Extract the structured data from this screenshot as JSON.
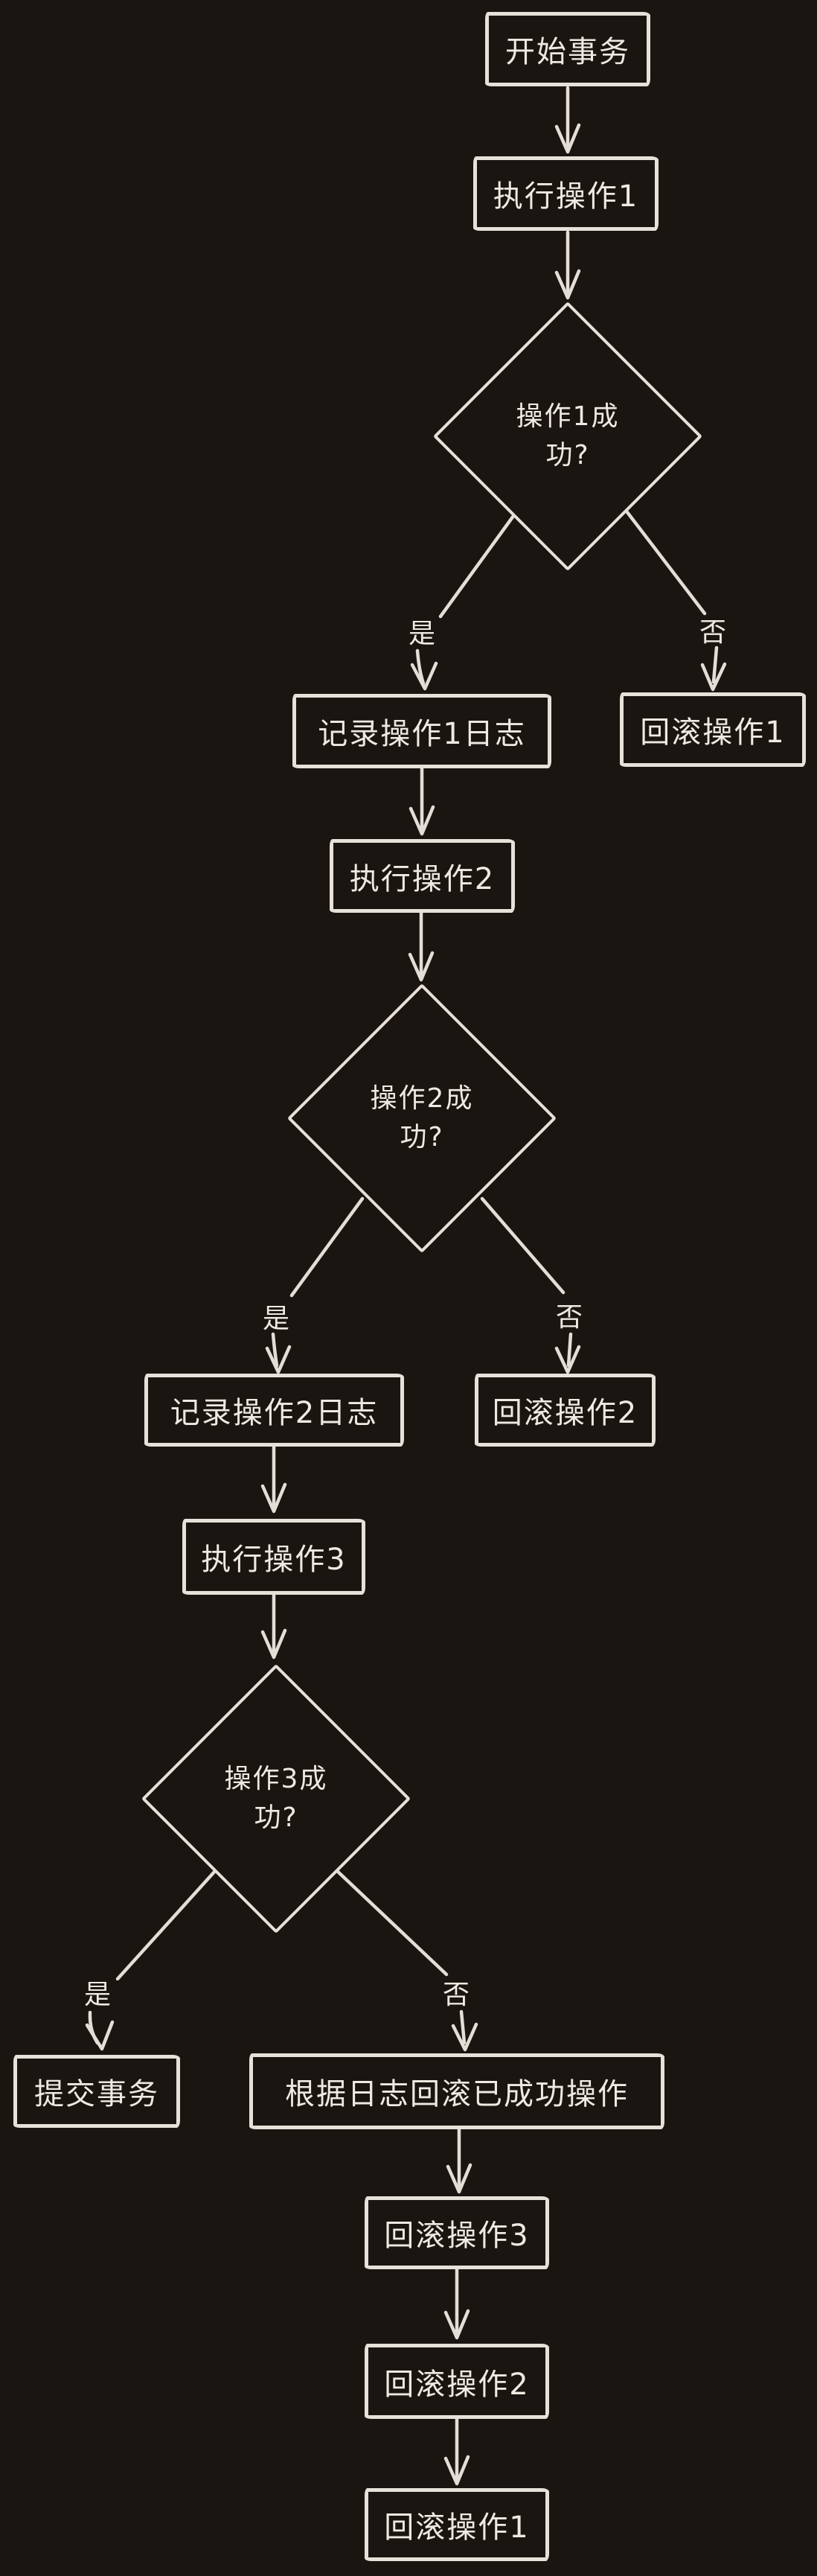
{
  "diagram": {
    "title": "transaction-rollback-flowchart",
    "colors": {
      "background": "#1b1512",
      "stroke": "#e3ded6",
      "text": "#eeeae1"
    },
    "nodes": {
      "start": {
        "label": "开始事务",
        "type": "process"
      },
      "exec1": {
        "label": "执行操作1",
        "type": "process"
      },
      "decision1": {
        "label": "操作1成\n功?",
        "type": "decision"
      },
      "log1": {
        "label": "记录操作1日志",
        "type": "process"
      },
      "rollback1_branch": {
        "label": "回滚操作1",
        "type": "process"
      },
      "exec2": {
        "label": "执行操作2",
        "type": "process"
      },
      "decision2": {
        "label": "操作2成\n功?",
        "type": "decision"
      },
      "log2": {
        "label": "记录操作2日志",
        "type": "process"
      },
      "rollback2_branch": {
        "label": "回滚操作2",
        "type": "process"
      },
      "exec3": {
        "label": "执行操作3",
        "type": "process"
      },
      "decision3": {
        "label": "操作3成\n功?",
        "type": "decision"
      },
      "commit": {
        "label": "提交事务",
        "type": "process"
      },
      "rollback_by_log": {
        "label": "根据日志回滚已成功操作",
        "type": "process"
      },
      "rollback3_seq": {
        "label": "回滚操作3",
        "type": "process"
      },
      "rollback2_seq": {
        "label": "回滚操作2",
        "type": "process"
      },
      "rollback1_seq": {
        "label": "回滚操作1",
        "type": "process"
      }
    },
    "edge_labels": {
      "yes1": "是",
      "no1": "否",
      "yes2": "是",
      "no2": "否",
      "yes3": "是",
      "no3": "否"
    }
  }
}
